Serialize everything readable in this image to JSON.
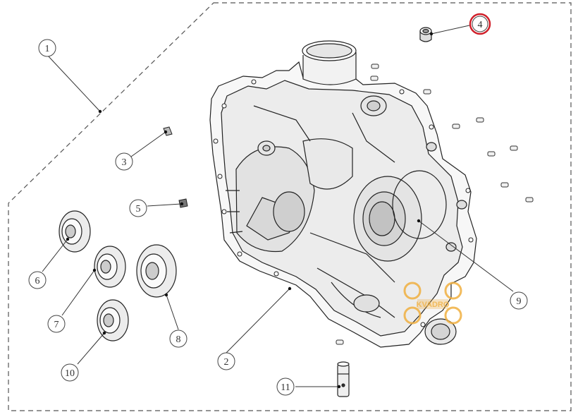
{
  "diagram": {
    "callouts": [
      {
        "id": "1",
        "label": "1",
        "highlighted": false
      },
      {
        "id": "2",
        "label": "2",
        "highlighted": false
      },
      {
        "id": "3",
        "label": "3",
        "highlighted": false
      },
      {
        "id": "4",
        "label": "4",
        "highlighted": true
      },
      {
        "id": "5",
        "label": "5",
        "highlighted": false
      },
      {
        "id": "6",
        "label": "6",
        "highlighted": false
      },
      {
        "id": "7",
        "label": "7",
        "highlighted": false
      },
      {
        "id": "8",
        "label": "8",
        "highlighted": false
      },
      {
        "id": "9",
        "label": "9",
        "highlighted": false
      },
      {
        "id": "10",
        "label": "10",
        "highlighted": false
      },
      {
        "id": "11",
        "label": "11",
        "highlighted": false
      }
    ],
    "highlight_color": "#d0202a",
    "line_color": "#333333",
    "watermark": {
      "text": "KVADRO",
      "color": "#f0b040"
    }
  }
}
